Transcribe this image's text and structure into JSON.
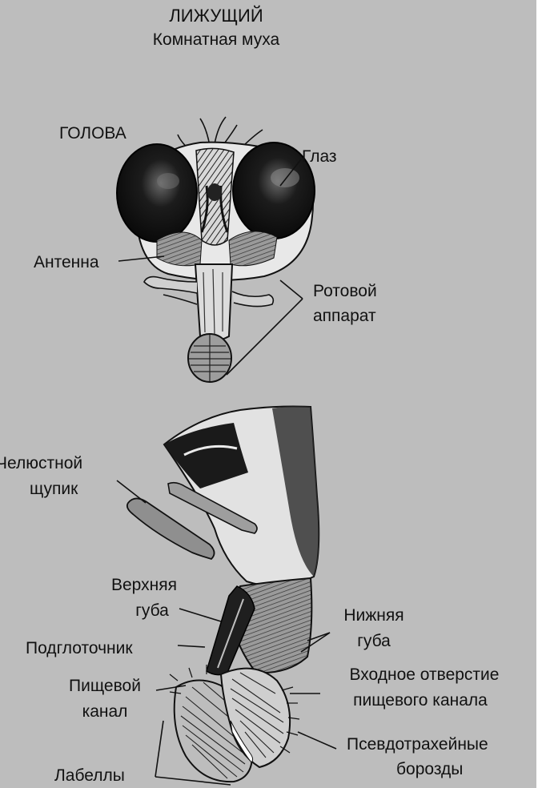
{
  "title": "ЛИЖУЩИЙ",
  "subtitle": "Комнатная муха",
  "head_section": {
    "label": "ГОЛОВА",
    "eye": "Глаз",
    "antenna": "Антенна",
    "mouthparts_line1": "Ротовой",
    "mouthparts_line2": "аппарат"
  },
  "proboscis_section": {
    "maxillary_palp_line1": "Челюстной",
    "maxillary_palp_line2": "щупик",
    "labrum_line1": "Верхняя",
    "labrum_line2": "губа",
    "hypopharynx": "Подглоточник",
    "food_canal_line1": "Пищевой",
    "food_canal_line2": "канал",
    "labella": "Лабеллы",
    "labium_line1": "Нижняя",
    "labium_line2": "губа",
    "food_canal_opening_line1": "Входное отверстие",
    "food_canal_opening_line2": "пищевого канала",
    "pseudotracheae_line1": "Псевдотрахейные",
    "pseudotracheae_line2": "борозды"
  },
  "colors": {
    "background": "#bdbdbd",
    "ink": "#111111",
    "page_margin": "#ffffff"
  }
}
